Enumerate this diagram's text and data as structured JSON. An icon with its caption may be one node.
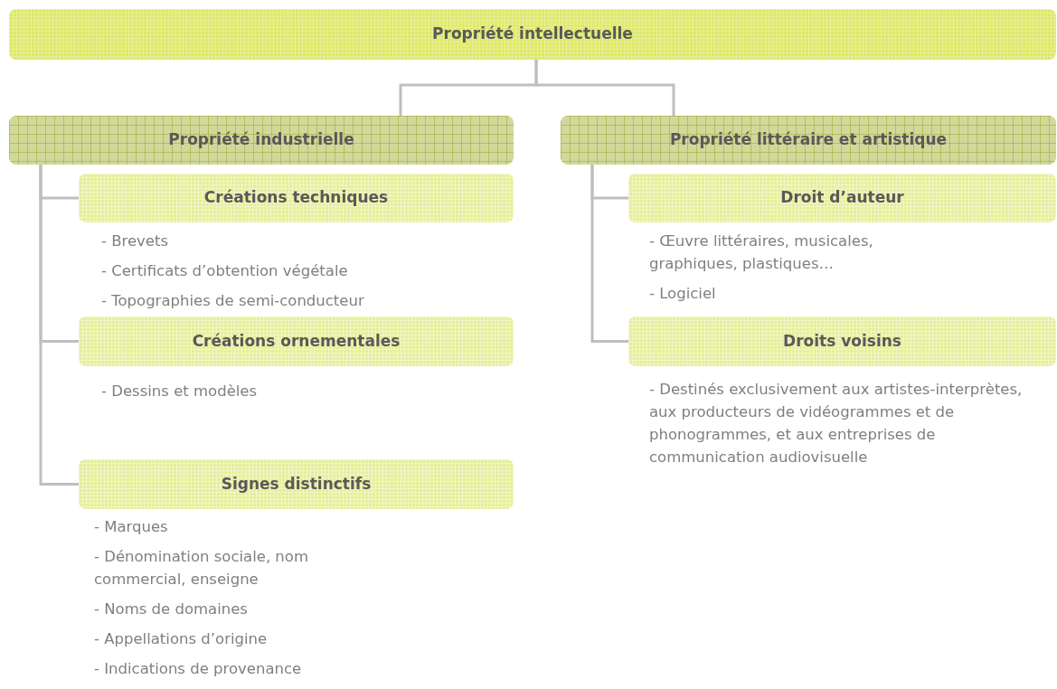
{
  "diagram": {
    "nodes": [
      {
        "text": [
          "Propriété intellectuelle"
        ]
      },
      {
        "text": [
          "Propriété industrielle"
        ]
      },
      {
        "text": [
          "Propriété littéraire et artistique"
        ]
      },
      {
        "text": [
          "Créations techniques"
        ],
        "beside": [
          "- Brevets",
          "- Certificats d’obtention végétale",
          "- Topographies de semi-conducteur"
        ]
      },
      {
        "text": [
          "Créations ornementales"
        ],
        "beside": [
          "- Dessins et modèles"
        ]
      },
      {
        "text": [
          "Signes distinctifs"
        ],
        "beside": [
          "- Marques",
          "- Dénomination sociale, nom commercial, enseigne",
          "- Noms de domaines",
          "- Appellations d’origine",
          "- Indications de provenance"
        ]
      },
      {
        "text": [
          "Droit d’auteur"
        ],
        "beside": [
          "- Œuvre littéraires, musicales, graphiques, plastiques…",
          "- Logiciel"
        ]
      },
      {
        "text": [
          "Droits voisins"
        ],
        "beside": [
          "- Destinés exclusivement aux artistes-interprètes, aux producteurs de vidéogrammes et de phonogrammes, et aux entreprises de communication audiovisuelle"
        ]
      }
    ],
    "edges": [
      {
        "from": 0,
        "to": 1,
        "arrow": "none"
      },
      {
        "from": 0,
        "to": 2,
        "arrow": "none"
      },
      {
        "from": 1,
        "to": 3,
        "arrow": "none"
      },
      {
        "from": 1,
        "to": 4,
        "arrow": "none"
      },
      {
        "from": 1,
        "to": 5,
        "arrow": "none"
      },
      {
        "from": 2,
        "to": 6,
        "arrow": "none"
      },
      {
        "from": 2,
        "to": 7,
        "arrow": "none"
      }
    ]
  }
}
